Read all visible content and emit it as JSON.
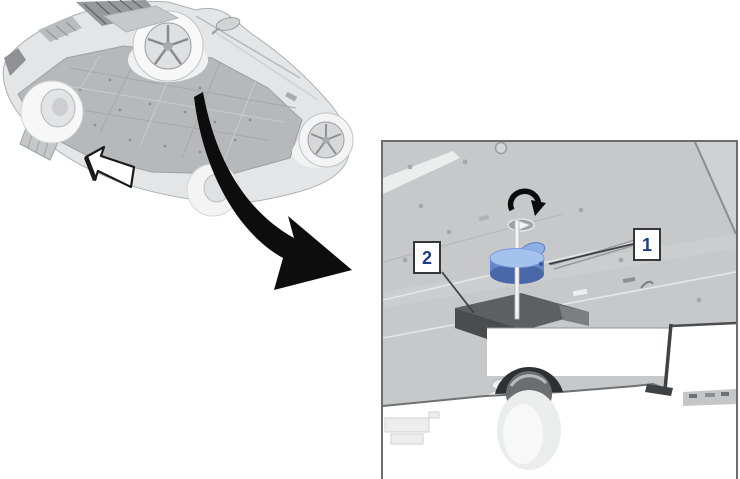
{
  "figure": {
    "callouts": [
      {
        "label": "1"
      },
      {
        "label": "2"
      }
    ],
    "icons": [
      {
        "name": "direction-arrow-icon",
        "glyph": "outlined-arrow-up-left"
      },
      {
        "name": "detail-view-arrow-icon",
        "glyph": "curved-black-arrow"
      },
      {
        "name": "rotate-clockwise-icon",
        "glyph": "circular-arrow"
      }
    ],
    "colors": {
      "highlight_blue_top": "#a5c1ee",
      "highlight_blue_side": "#6487cc",
      "callout_text": "#1e3a8a",
      "callout_border": "#35373b",
      "inset_border": "#6b6d70",
      "panel_gray": "#c7c8ca",
      "arrow_black": "#0d0d0d",
      "block_gray": "#5d5f63"
    }
  }
}
